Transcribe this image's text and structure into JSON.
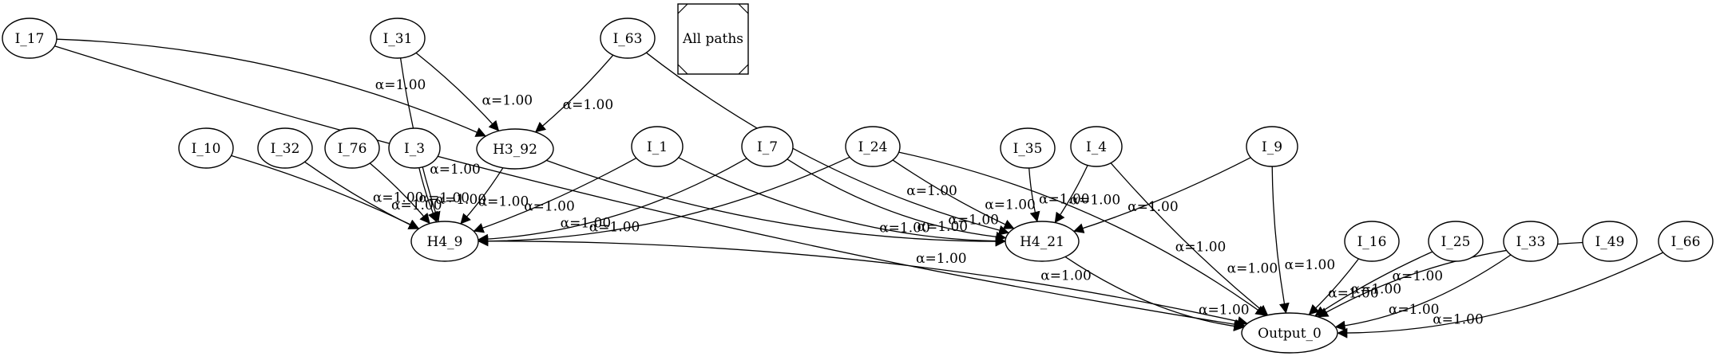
{
  "legend": {
    "label": "All paths"
  },
  "nodes": [
    {
      "id": "I_17",
      "label": "I_17"
    },
    {
      "id": "I_31",
      "label": "I_31"
    },
    {
      "id": "I_63",
      "label": "I_63"
    },
    {
      "id": "H3_92",
      "label": "H3_92"
    },
    {
      "id": "I_10",
      "label": "I_10"
    },
    {
      "id": "I_32",
      "label": "I_32"
    },
    {
      "id": "I_76",
      "label": "I_76"
    },
    {
      "id": "I_3",
      "label": "I_3"
    },
    {
      "id": "I_1",
      "label": "I_1"
    },
    {
      "id": "I_7",
      "label": "I_7"
    },
    {
      "id": "I_24",
      "label": "I_24"
    },
    {
      "id": "I_35",
      "label": "I_35"
    },
    {
      "id": "I_4",
      "label": "I_4"
    },
    {
      "id": "I_9",
      "label": "I_9"
    },
    {
      "id": "H4_9",
      "label": "H4_9"
    },
    {
      "id": "H4_21",
      "label": "H4_21"
    },
    {
      "id": "I_16",
      "label": "I_16"
    },
    {
      "id": "I_25",
      "label": "I_25"
    },
    {
      "id": "I_33",
      "label": "I_33"
    },
    {
      "id": "I_49",
      "label": "I_49"
    },
    {
      "id": "I_66",
      "label": "I_66"
    },
    {
      "id": "Output_0",
      "label": "Output_0"
    }
  ],
  "edges": [
    {
      "from": "I_17",
      "to": "H3_92",
      "label": "α=1.00"
    },
    {
      "from": "I_17",
      "to": "Output_0",
      "label": "α=1.00"
    },
    {
      "from": "I_31",
      "to": "H3_92",
      "label": "α=1.00"
    },
    {
      "from": "I_31",
      "to": "H4_9",
      "label": "α=1.00"
    },
    {
      "from": "I_63",
      "to": "H3_92",
      "label": "α=1.00"
    },
    {
      "from": "I_63",
      "to": "H4_21",
      "label": "α=1.00"
    },
    {
      "from": "I_10",
      "to": "H4_9",
      "label": "α=1.00"
    },
    {
      "from": "I_32",
      "to": "H4_9",
      "label": "α=1.00"
    },
    {
      "from": "I_76",
      "to": "H4_9",
      "label": "α=1.00"
    },
    {
      "from": "I_3",
      "to": "H4_9",
      "label": "α=1.00"
    },
    {
      "from": "H3_92",
      "to": "H4_9",
      "label": "α=1.00"
    },
    {
      "from": "H3_92",
      "to": "H4_21",
      "label": "α=1.00"
    },
    {
      "from": "I_1",
      "to": "H4_9",
      "label": "α=1.00"
    },
    {
      "from": "I_1",
      "to": "H4_21",
      "label": "α=1.00"
    },
    {
      "from": "I_7",
      "to": "H4_9",
      "label": "α=1.00"
    },
    {
      "from": "I_7",
      "to": "H4_21",
      "label": "α=1.00"
    },
    {
      "from": "I_24",
      "to": "H4_9",
      "label": "α=1.00"
    },
    {
      "from": "I_24",
      "to": "H4_21",
      "label": "α=1.00"
    },
    {
      "from": "I_24",
      "to": "Output_0",
      "label": "α=1.00"
    },
    {
      "from": "I_35",
      "to": "H4_21",
      "label": "α=1.00"
    },
    {
      "from": "I_4",
      "to": "H4_21",
      "label": "α=1.00"
    },
    {
      "from": "I_4",
      "to": "Output_0",
      "label": "α=1.00"
    },
    {
      "from": "I_9",
      "to": "H4_21",
      "label": "α=1.00"
    },
    {
      "from": "I_9",
      "to": "Output_0",
      "label": "α=1.00"
    },
    {
      "from": "H4_9",
      "to": "Output_0",
      "label": "α=1.00"
    },
    {
      "from": "H4_21",
      "to": "Output_0",
      "label": "α=1.00"
    },
    {
      "from": "I_16",
      "to": "Output_0",
      "label": "α=1.00"
    },
    {
      "from": "I_25",
      "to": "Output_0",
      "label": "α=1.00"
    },
    {
      "from": "I_33",
      "to": "Output_0",
      "label": "α=1.00"
    },
    {
      "from": "I_49",
      "to": "Output_0",
      "label": "α=1.00"
    },
    {
      "from": "I_66",
      "to": "Output_0",
      "label": "α=1.00"
    }
  ]
}
